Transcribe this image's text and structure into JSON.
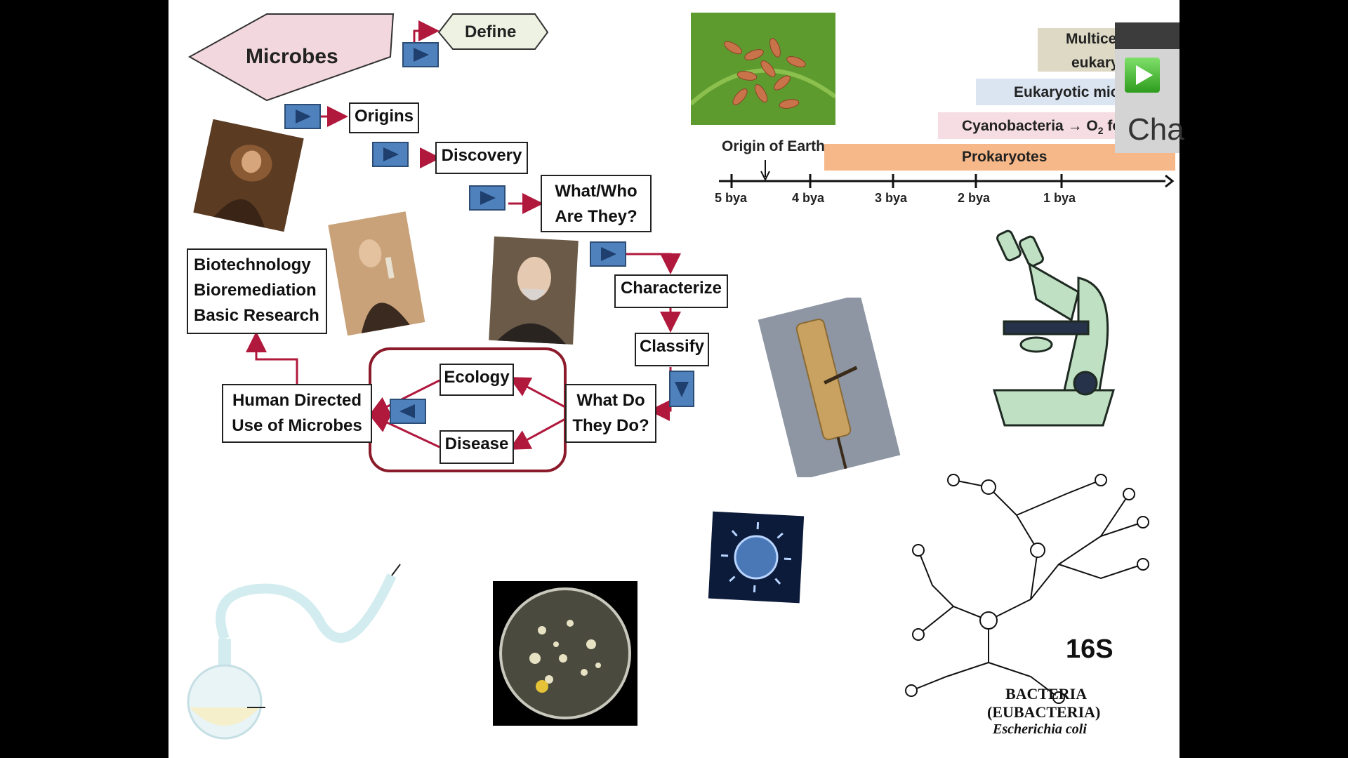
{
  "flowchart": {
    "microbes": "Microbes",
    "define": "Define",
    "origins": "Origins",
    "discovery": "Discovery",
    "what_who_line1": "What/Who",
    "what_who_line2": "Are They?",
    "characterize": "Characterize",
    "classify": "Classify",
    "what_do_line1": "What Do",
    "what_do_line2": "They Do?",
    "ecology": "Ecology",
    "disease": "Disease",
    "human_line1": "Human Directed",
    "human_line2": "Use of Microbes",
    "applications": [
      "Biotechnology",
      "Bioremediation",
      "Basic Research"
    ]
  },
  "timeline": {
    "origin_label": "Origin of Earth",
    "ticks": [
      "5 bya",
      "4 bya",
      "3 bya",
      "2 bya",
      "1 bya"
    ],
    "bars": {
      "prokaryotes": "Prokaryotes",
      "cyanobacteria": "Cyanobacteria → O",
      "cyano_sub": "2",
      "cyano_tail": " form",
      "eukaryotic": "Eukaryotic micro",
      "multicell_1": "Multicel",
      "multicell_2": "eukary"
    },
    "colors": {
      "prokaryotes": "#f6b888",
      "cyanobacteria": "#f5dde3",
      "eukaryotic": "#dbe4f1",
      "multicellular": "#ddd9c4"
    }
  },
  "rrna": {
    "label": "16S",
    "kingdom": "BACTERIA",
    "kingdom_sub": "(EUBACTERIA)",
    "species": "Escherichia coli"
  },
  "side_panel": {
    "play_icon": "play-icon",
    "text": "Cha"
  },
  "colors": {
    "arrow": "#b0183c",
    "nav_button": "#4f81bd",
    "microbes_fill": "#f3d7de",
    "loop_border": "#8b1a2a"
  }
}
